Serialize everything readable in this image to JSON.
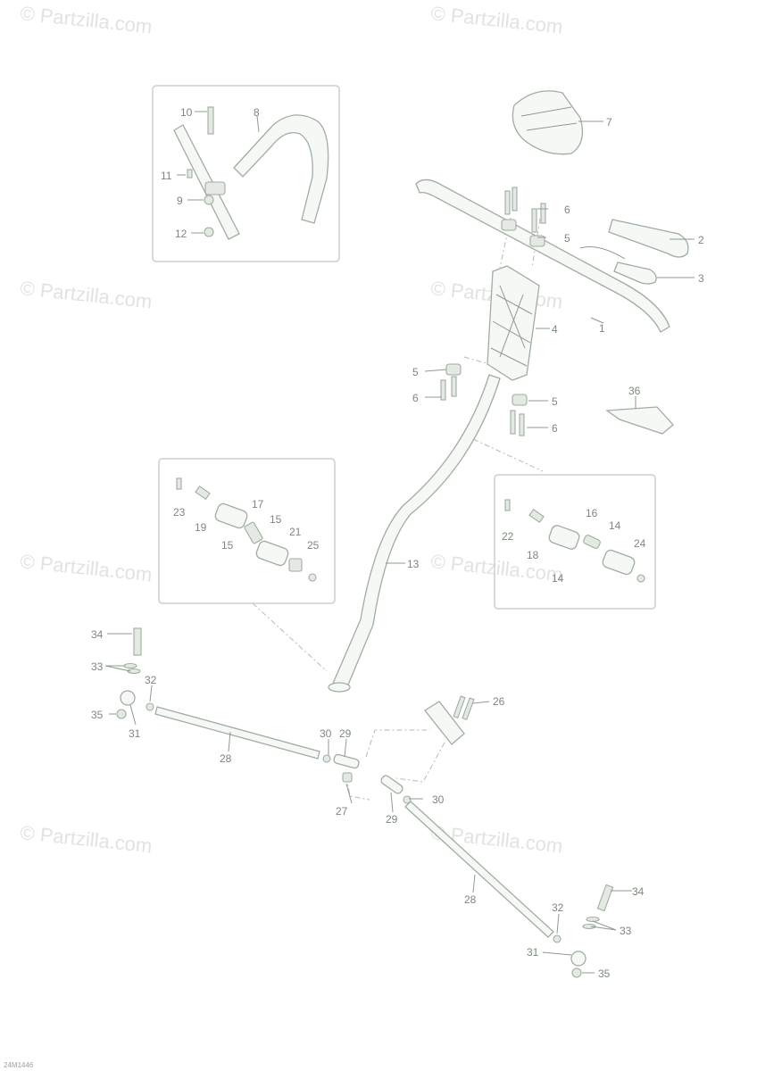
{
  "watermark": "© Partzilla.com",
  "diagram_code": "24M1446",
  "callouts": {
    "c1": "1",
    "c2": "2",
    "c3": "3",
    "c4": "4",
    "c5a": "5",
    "c5b": "5",
    "c5c": "5",
    "c6a": "6",
    "c6b": "6",
    "c6c": "6",
    "c7": "7",
    "c8": "8",
    "c9": "9",
    "c10": "10",
    "c11": "11",
    "c12": "12",
    "c13": "13",
    "c14a": "14",
    "c14b": "14",
    "c15a": "15",
    "c15b": "15",
    "c16": "16",
    "c17": "17",
    "c18": "18",
    "c19": "19",
    "c21": "21",
    "c22": "22",
    "c23": "23",
    "c24": "24",
    "c25": "25",
    "c26": "26",
    "c27": "27",
    "c28a": "28",
    "c28b": "28",
    "c29a": "29",
    "c29b": "29",
    "c30a": "30",
    "c30b": "30",
    "c31a": "31",
    "c31b": "31",
    "c32a": "32",
    "c32b": "32",
    "c33a": "33",
    "c33b": "33",
    "c34a": "34",
    "c34b": "34",
    "c35a": "35",
    "c35b": "35",
    "c36": "36"
  }
}
